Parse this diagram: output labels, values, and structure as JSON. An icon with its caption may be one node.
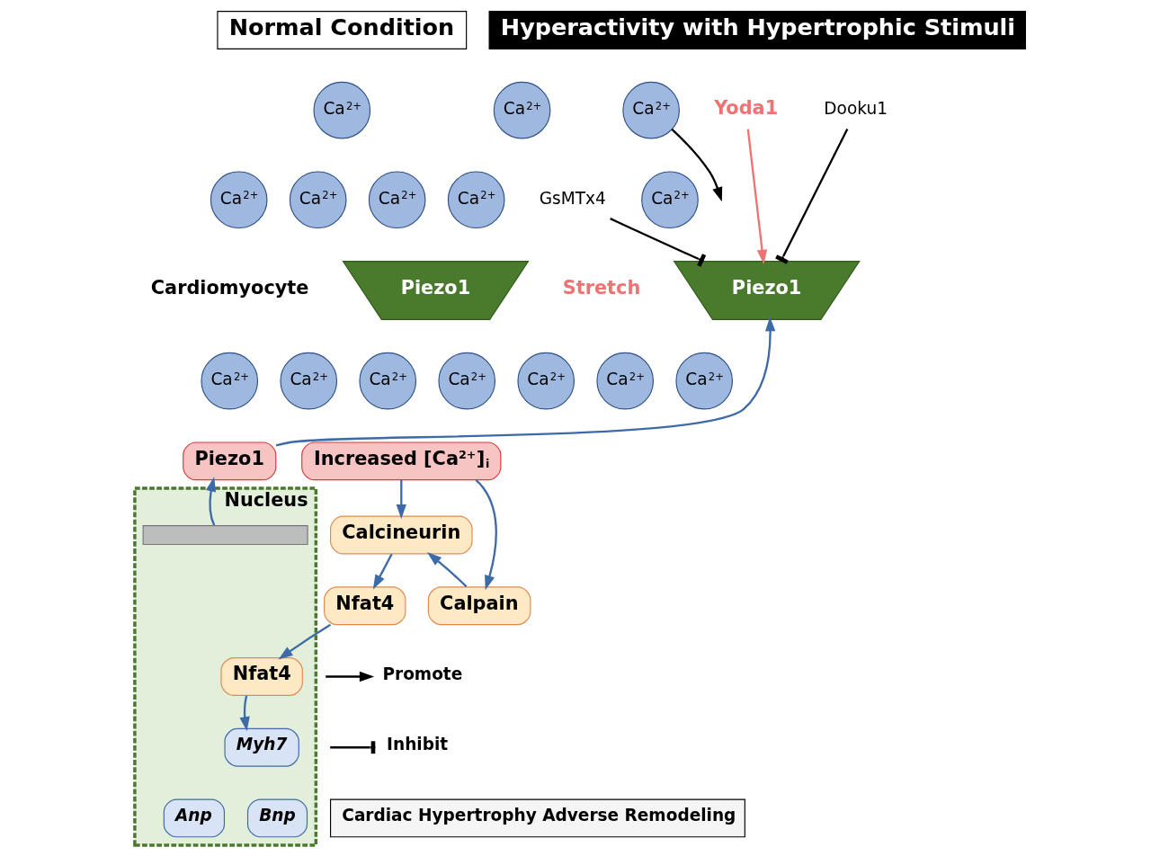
{
  "diagram": {
    "nodes": [
      {
        "text": [
          "Normal Condition"
        ]
      },
      {
        "text": [
          "Hyperactivity with Hypertrophic Stimuli"
        ]
      },
      {
        "text": [
          "Ca$^{2+}$"
        ]
      },
      {
        "text": [
          "Ca$^{2+}$"
        ]
      },
      {
        "text": [
          "Yoda1"
        ]
      },
      {
        "text": [
          "Ca$^{2+}$"
        ]
      },
      {
        "text": [
          "Ca$^{2+}$"
        ]
      },
      {
        "text": [
          "Ca$^{2+}$"
        ]
      },
      {
        "text": [
          "Dooku1"
        ]
      },
      {
        "text": [
          "Ca$^{2+}$"
        ]
      },
      {
        "text": [
          "GsMTx4"
        ]
      },
      {
        "text": [
          "Ca$^{2+}$"
        ]
      },
      {
        "text": [
          "Ca$^{2+}$"
        ]
      },
      {
        "text": [
          "Piezo1"
        ]
      },
      {
        "text": [
          "Piezo1"
        ]
      },
      {
        "text": [
          "Ca$^{2+}$"
        ]
      },
      {
        "text": [
          "Ca$^{2+}$"
        ]
      },
      {
        "text": [
          "Ca$^{2+}$"
        ]
      },
      {
        "text": [
          "Ca$^{2+}$"
        ]
      },
      {
        "text": [
          "Ca$^{2+}$"
        ]
      },
      {
        "text": [
          "Ca$^{2+}$"
        ]
      },
      {
        "text": [
          "Ca$^{2+}$"
        ]
      },
      {
        "text": [
          "Piezo1"
        ]
      },
      {
        "text": [
          "Increased [Ca$^{2+}$]$_{i}$"
        ]
      },
      {
        "text": [
          "Nucleus"
        ]
      },
      {
        "text": [],
        "shape": "bar",
        "in": 24
      },
      {
        "text": [
          "Calcineurin"
        ]
      },
      {
        "text": [
          "Nfat4"
        ]
      },
      {
        "text": [
          "Nfat4"
        ],
        "in": 24
      },
      {
        "text": [
          "Calpain"
        ]
      },
      {
        "text": [
          "Myh7"
        ],
        "in": 24
      },
      {
        "text": [
          "Anp"
        ],
        "in": 24
      },
      {
        "text": [
          "Bnp"
        ],
        "in": 24
      },
      {
        "text": [
          "Cardiac Hypertrophy Adverse Remodeling"
        ]
      }
    ],
    "edges": [
      {
        "from": 22,
        "to": 14,
        "arrow": "to"
      },
      {
        "from": 25,
        "to": 22,
        "arrow": "to"
      },
      {
        "from": 4,
        "to": 14,
        "arrow": "to",
        "color": "#f07272"
      },
      {
        "from": 8,
        "to": 14,
        "arrow": "other",
        "color": "#000000"
      },
      {
        "from": 10,
        "to": 14,
        "arrow": "other",
        "color": "#000000"
      },
      {
        "from": 6,
        "to": null,
        "arrow": "to",
        "color": "#000000"
      },
      {
        "from": 23,
        "to": 26,
        "arrow": "to"
      },
      {
        "from": 23,
        "to": 29,
        "arrow": "to"
      },
      {
        "from": 29,
        "to": 26,
        "arrow": "to"
      },
      {
        "from": 26,
        "to": 27,
        "arrow": "to"
      },
      {
        "from": 27,
        "to": 28,
        "arrow": "to"
      },
      {
        "from": 28,
        "to": 30,
        "arrow": "to"
      }
    ],
    "labels": [
      "Stretch",
      "Cardiomyocyte"
    ],
    "legend": [
      {
        "text": "Promote"
      },
      {
        "text": "Inhibit"
      }
    ]
  }
}
